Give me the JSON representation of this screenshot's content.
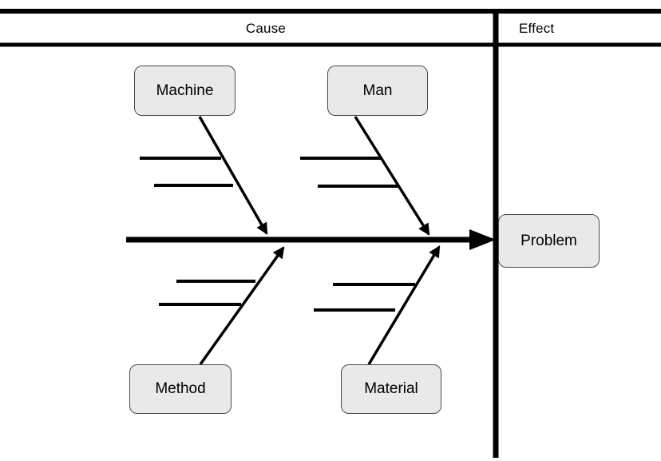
{
  "diagram": {
    "type": "fishbone-cause-effect",
    "header": {
      "cause_label": "Cause",
      "effect_label": "Effect"
    },
    "cause_categories": [
      {
        "id": "machine",
        "label": "Machine",
        "position": "top-left",
        "sub_branch_count": 2
      },
      {
        "id": "man",
        "label": "Man",
        "position": "top-right",
        "sub_branch_count": 2
      },
      {
        "id": "method",
        "label": "Method",
        "position": "bottom-left",
        "sub_branch_count": 2
      },
      {
        "id": "material",
        "label": "Material",
        "position": "bottom-right",
        "sub_branch_count": 2
      }
    ],
    "effect_node": {
      "label": "Problem"
    },
    "colors": {
      "line": "#000000",
      "node_fill": "#e9e9e9",
      "node_border": "#4a4a4a",
      "text": "#000000",
      "background": "#ffffff"
    }
  }
}
